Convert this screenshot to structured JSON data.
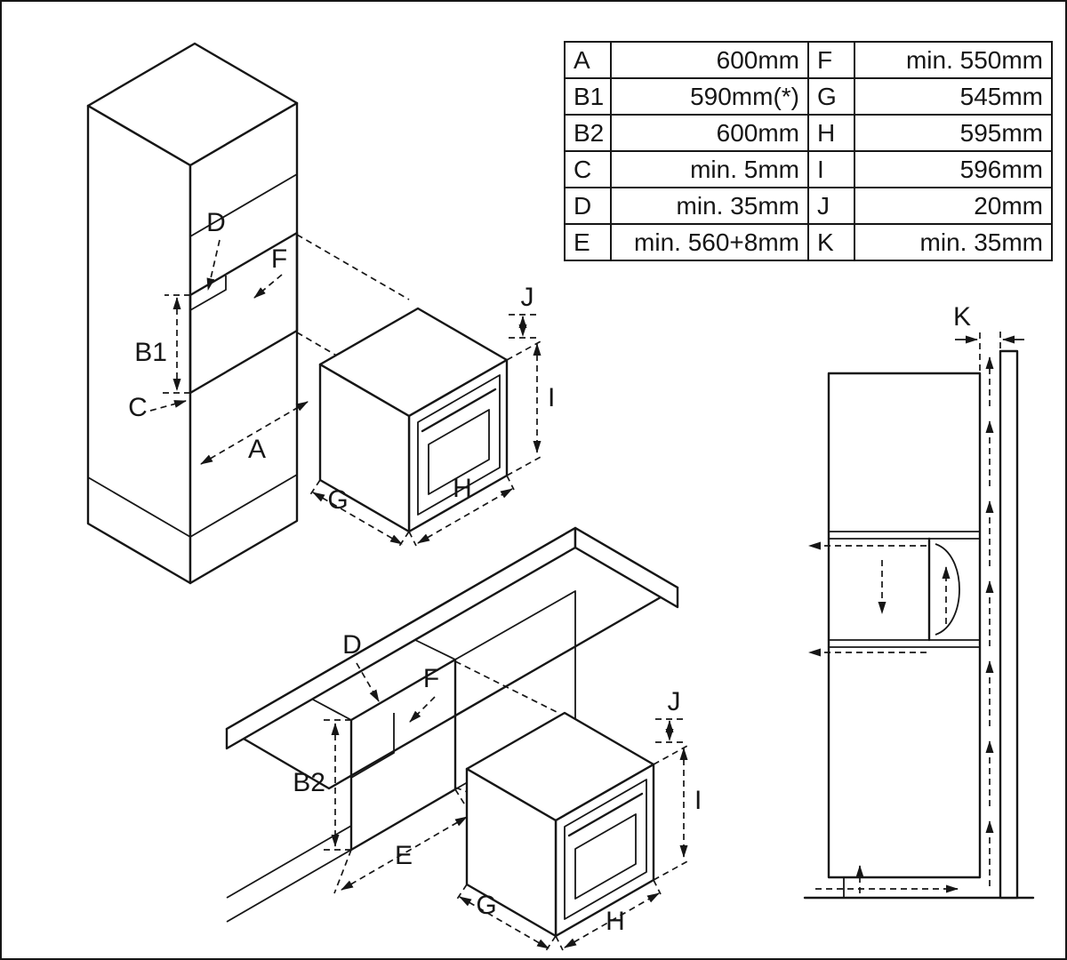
{
  "table": {
    "rows": [
      {
        "k1": "A",
        "v1": "600mm",
        "k2": "F",
        "v2": "min. 550mm"
      },
      {
        "k1": "B1",
        "v1": "590mm(*)",
        "k2": "G",
        "v2": "545mm"
      },
      {
        "k1": "B2",
        "v1": "600mm",
        "k2": "H",
        "v2": "595mm"
      },
      {
        "k1": "C",
        "v1": "min. 5mm",
        "k2": "I",
        "v2": "596mm"
      },
      {
        "k1": "D",
        "v1": "min. 35mm",
        "k2": "J",
        "v2": "20mm"
      },
      {
        "k1": "E",
        "v1": "min. 560+8mm",
        "k2": "K",
        "v2": "min. 35mm"
      }
    ]
  },
  "labels": {
    "A": "A",
    "B1": "B1",
    "B2": "B2",
    "C": "C",
    "D": "D",
    "E": "E",
    "F": "F",
    "G": "G",
    "H": "H",
    "I": "I",
    "J": "J",
    "K": "K"
  },
  "colors": {
    "line": "#161616",
    "background": "#ffffff"
  }
}
